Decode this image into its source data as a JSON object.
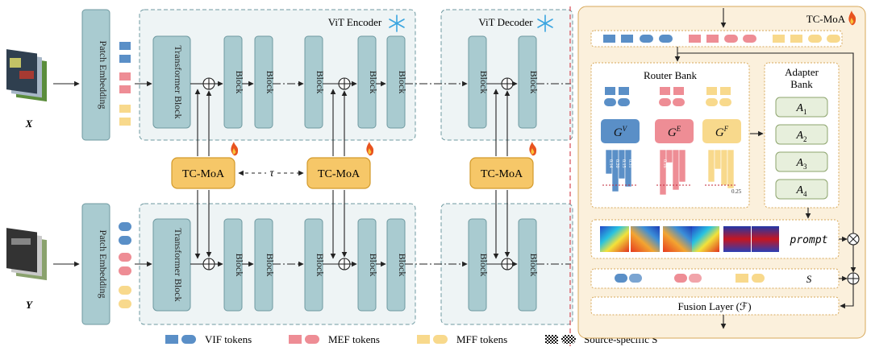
{
  "labels": {
    "patch_embedding": "Patch Embedding",
    "transformer_block": "Transformer Block",
    "block": "Block",
    "vit_encoder": "ViT Encoder",
    "vit_decoder": "ViT Decoder",
    "tc_moa": "TC-MoA",
    "tau": "τ",
    "input_x": "X",
    "input_y": "Y"
  },
  "panel": {
    "title": "TC-MoA",
    "router_bank": "Router Bank",
    "adapter_bank_line1": "Adapter",
    "adapter_bank_line2": "Bank",
    "routers": [
      {
        "label": "G",
        "sup": "V"
      },
      {
        "label": "G",
        "sup": "E"
      },
      {
        "label": "G",
        "sup": "F"
      }
    ],
    "adapters": [
      {
        "label": "A",
        "sub": "1"
      },
      {
        "label": "A",
        "sub": "2"
      },
      {
        "label": "A",
        "sub": "3"
      },
      {
        "label": "A",
        "sub": "4"
      }
    ],
    "bar_values": [
      [
        "0.14",
        "0.20",
        "0.15",
        "0.31"
      ],
      [
        "0.16",
        "",
        "",
        ""
      ],
      [
        "",
        "",
        "",
        ""
      ]
    ],
    "bar_threshold": "0.25",
    "prompt": "prompt",
    "s_label": "S",
    "fusion_layer": "Fusion Layer (ℱ)"
  },
  "legend": [
    {
      "label": "VIF tokens",
      "color": "#5a8fc7"
    },
    {
      "label": "MEF tokens",
      "color": "#ee8d95"
    },
    {
      "label": "MFF tokens",
      "color": "#f8d98c"
    },
    {
      "label": "Source-specific S",
      "color": "#222222"
    }
  ],
  "colors": {
    "vif": "#5a8fc7",
    "mef": "#ee8d95",
    "mff": "#f8d98c",
    "block": "#a9cbd0",
    "moa": "#f6c768",
    "panel_bg": "#fbf0dc"
  }
}
